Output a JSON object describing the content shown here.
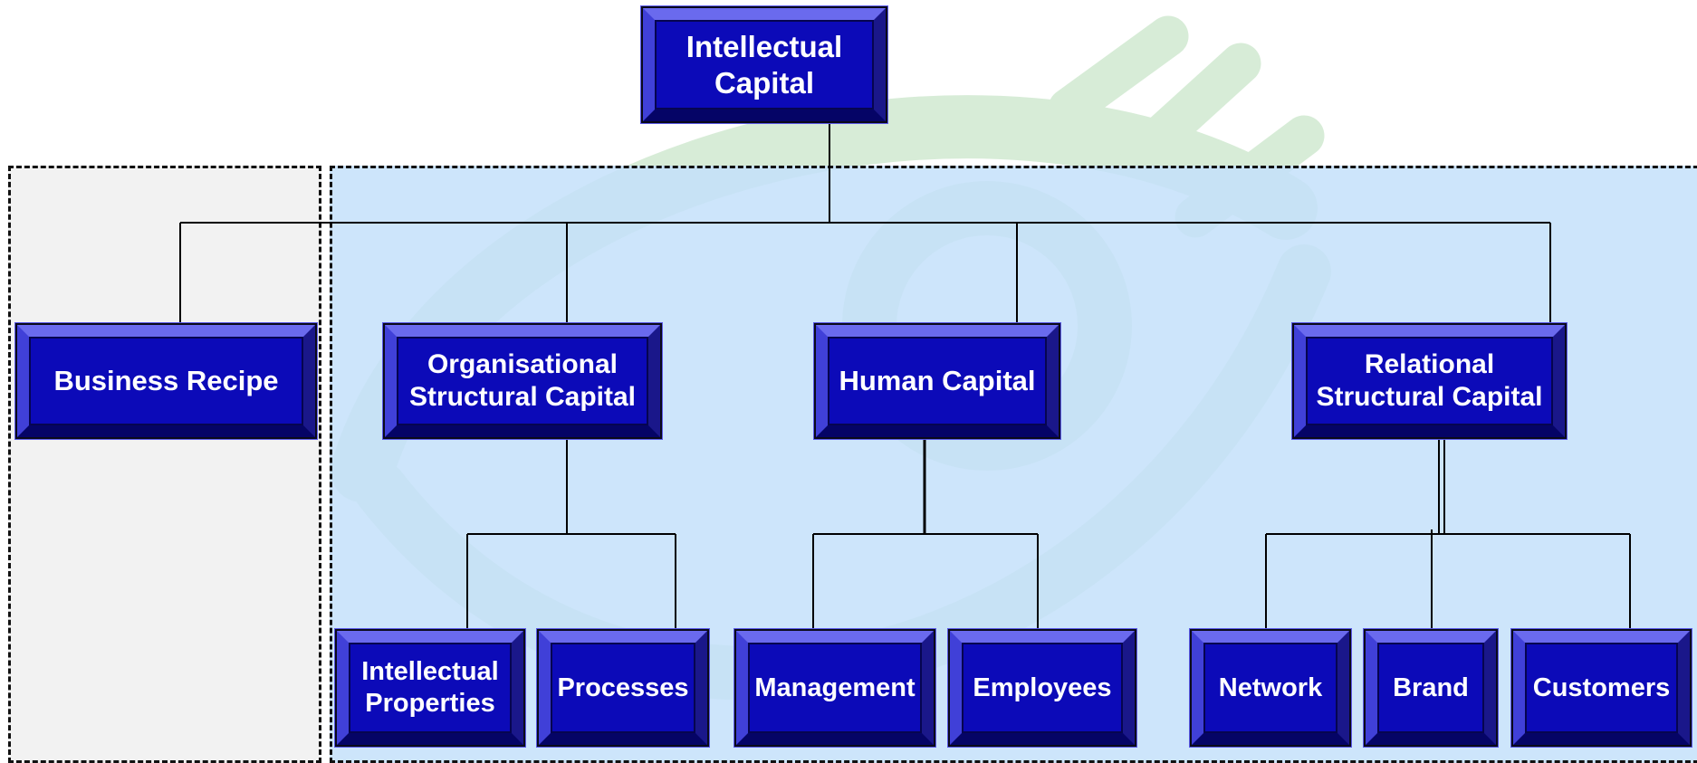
{
  "colors": {
    "node_fill": "#0c0ab8",
    "node_bevel_light": "#6a6aee",
    "node_bevel_dark": "#050466",
    "label_text": "#ffffff",
    "connector": "#000000",
    "left_region_fill": "#f2f2f2",
    "right_region_fill": "#cce3f8",
    "watermark": "#d3ead3"
  },
  "nodes": {
    "root": "Intellectual\nCapital",
    "business_recipe": "Business Recipe",
    "organisational": "Organisational\nStructural Capital",
    "human": "Human Capital",
    "relational": "Relational\nStructural Capital",
    "intellectual_properties": "Intellectual\nProperties",
    "processes": "Processes",
    "management": "Management",
    "employees": "Employees",
    "network": "Network",
    "brand": "Brand",
    "customers": "Customers"
  },
  "edges": [
    [
      "root",
      "business_recipe"
    ],
    [
      "root",
      "organisational"
    ],
    [
      "root",
      "human"
    ],
    [
      "root",
      "relational"
    ],
    [
      "organisational",
      "intellectual_properties"
    ],
    [
      "organisational",
      "processes"
    ],
    [
      "human",
      "management"
    ],
    [
      "human",
      "employees"
    ],
    [
      "relational",
      "network"
    ],
    [
      "relational",
      "brand"
    ],
    [
      "relational",
      "customers"
    ]
  ]
}
